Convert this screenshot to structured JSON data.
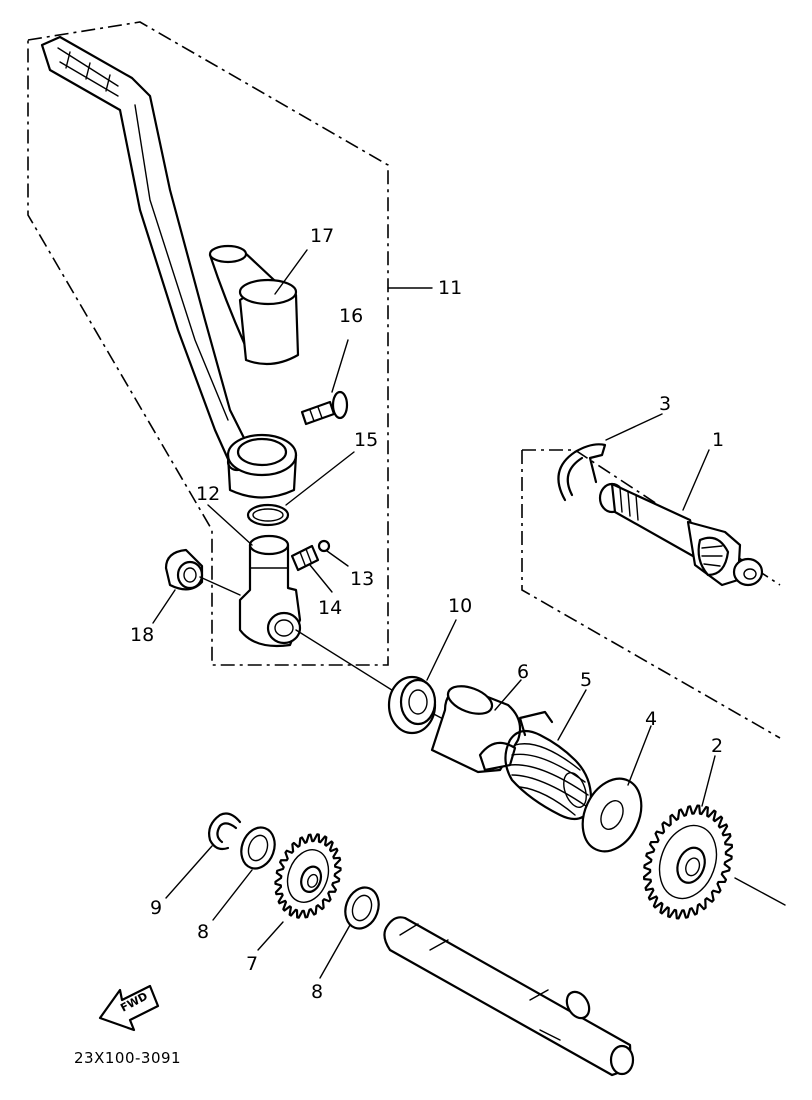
{
  "diagram": {
    "code": "23X100-3091",
    "fwd_label": "FWD",
    "callouts": [
      "1",
      "2",
      "3",
      "4",
      "5",
      "6",
      "7",
      "8",
      "8",
      "9",
      "10",
      "11",
      "12",
      "13",
      "14",
      "15",
      "16",
      "17",
      "18"
    ]
  }
}
